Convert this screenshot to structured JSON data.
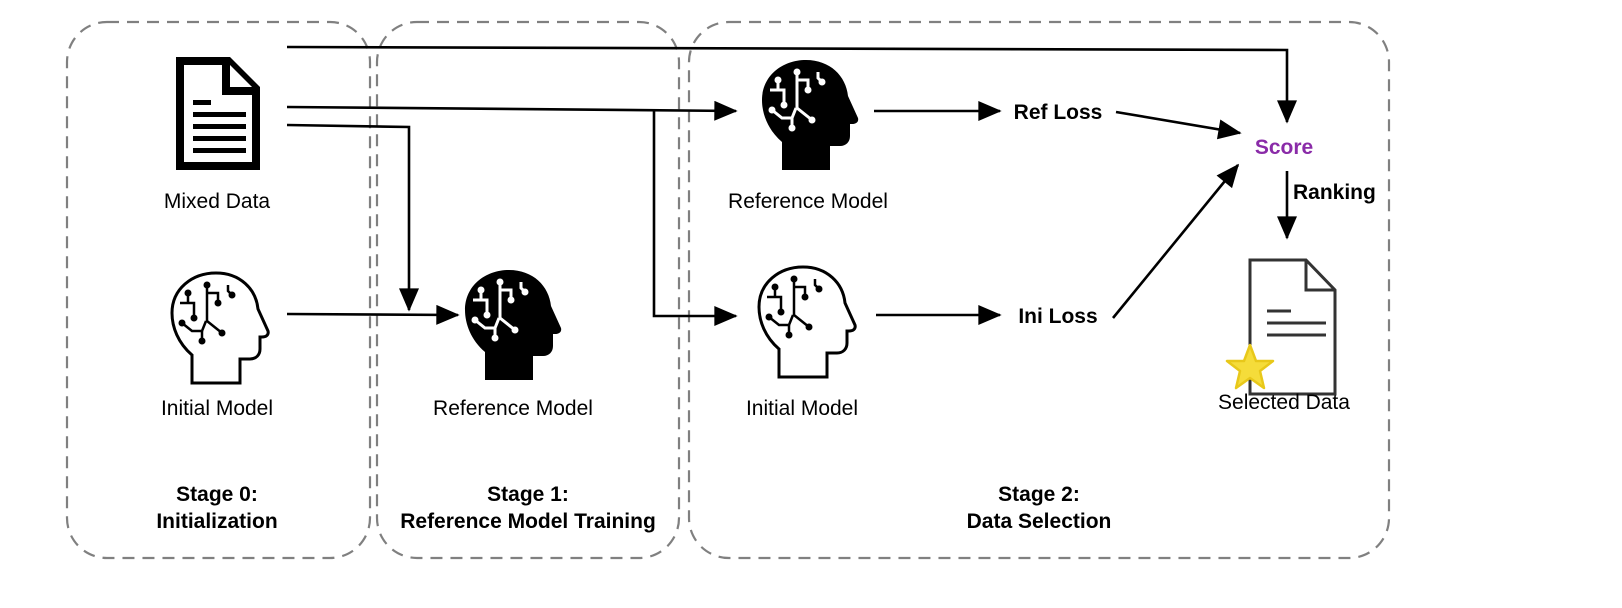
{
  "diagram": {
    "stages": [
      {
        "id": "stage0",
        "title": "Stage 0:",
        "subtitle": "Initialization"
      },
      {
        "id": "stage1",
        "title": "Stage 1:",
        "subtitle": "Reference Model Training"
      },
      {
        "id": "stage2",
        "title": "Stage 2:",
        "subtitle": "Data Selection"
      }
    ],
    "nodes": {
      "mixed_data": {
        "label": "Mixed Data",
        "icon": "document-icon"
      },
      "initial_model_s0": {
        "label": "Initial Model",
        "icon": "brain-head-outline-icon"
      },
      "reference_model_s1": {
        "label": "Reference Model",
        "icon": "brain-head-filled-icon"
      },
      "reference_model_s2": {
        "label": "Reference Model",
        "icon": "brain-head-filled-icon"
      },
      "initial_model_s2": {
        "label": "Initial Model",
        "icon": "brain-head-outline-icon"
      },
      "ref_loss": {
        "label": "Ref Loss"
      },
      "ini_loss": {
        "label": "Ini Loss"
      },
      "score": {
        "label": "Score",
        "color": "#8A2BA8"
      },
      "ranking": {
        "label": "Ranking"
      },
      "selected_data": {
        "label": "Selected Data",
        "icon": "document-star-icon"
      }
    },
    "edges": [
      {
        "from": "mixed_data",
        "to": "score"
      },
      {
        "from": "mixed_data",
        "to": "reference_model_s2"
      },
      {
        "from": "mixed_data",
        "to": "initial_model_s2"
      },
      {
        "from": "mixed_data",
        "to": "reference_model_s1"
      },
      {
        "from": "initial_model_s0",
        "to": "reference_model_s1"
      },
      {
        "from": "reference_model_s2",
        "to": "ref_loss"
      },
      {
        "from": "initial_model_s2",
        "to": "ini_loss"
      },
      {
        "from": "ref_loss",
        "to": "score"
      },
      {
        "from": "ini_loss",
        "to": "score"
      },
      {
        "from": "score",
        "to": "selected_data",
        "label": "Ranking"
      }
    ],
    "colors": {
      "stage_border": "#808080",
      "score": "#8A2BA8",
      "star_fill": "#F5DC3A",
      "star_stroke": "#E8C81A",
      "doc_outline": "#333333"
    }
  }
}
